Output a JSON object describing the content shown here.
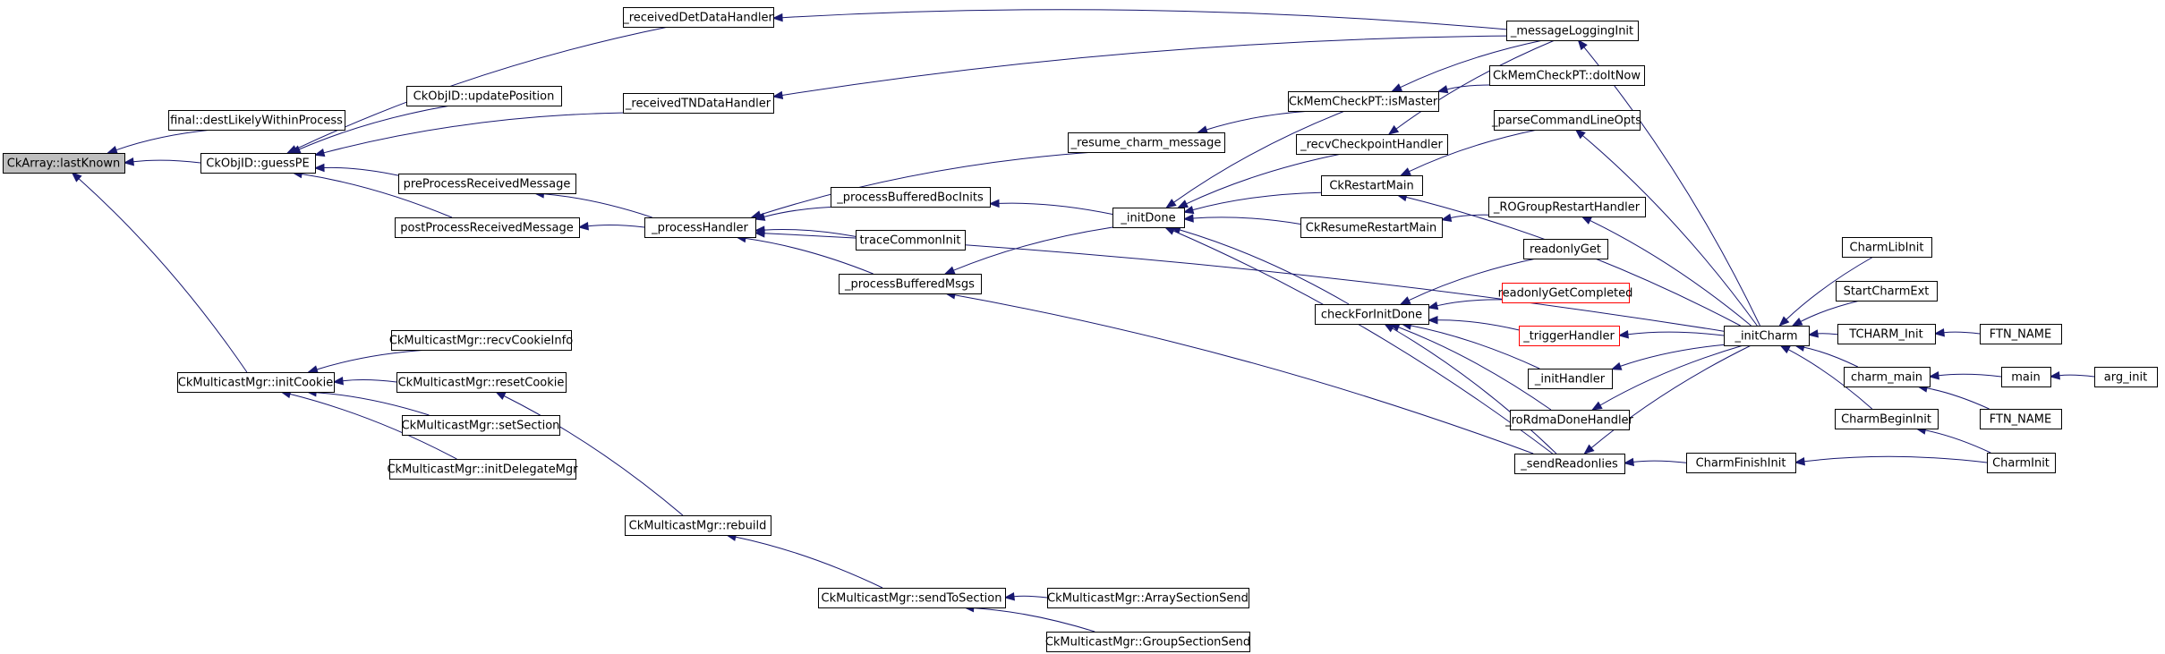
{
  "diagram": {
    "title": "",
    "nodes": [
      {
        "id": "lastKnown",
        "label": "CkArray::lastKnown",
        "highlight": true
      },
      {
        "id": "destLikely",
        "label": "final::destLikelyWithinProcess"
      },
      {
        "id": "guessPE",
        "label": "CkObjID::guessPE"
      },
      {
        "id": "updatePosition",
        "label": "CkObjID::updatePosition"
      },
      {
        "id": "recvDet",
        "label": "_receivedDetDataHandler"
      },
      {
        "id": "recvTN",
        "label": "_receivedTNDataHandler"
      },
      {
        "id": "preProc",
        "label": "preProcessReceivedMessage"
      },
      {
        "id": "postProc",
        "label": "postProcessReceivedMessage"
      },
      {
        "id": "processHandler",
        "label": "_processHandler"
      },
      {
        "id": "resumeCharm",
        "label": "_resume_charm_message"
      },
      {
        "id": "procBufBoc",
        "label": "_processBufferedBocInits"
      },
      {
        "id": "traceCommon",
        "label": "traceCommonInit"
      },
      {
        "id": "procBufMsgs",
        "label": "_processBufferedMsgs"
      },
      {
        "id": "initDone",
        "label": "_initDone"
      },
      {
        "id": "isMaster",
        "label": "CkMemCheckPT::isMaster"
      },
      {
        "id": "doItNow",
        "label": "CkMemCheckPT::doItNow"
      },
      {
        "id": "recvCkpt",
        "label": "_recvCheckpointHandler"
      },
      {
        "id": "restartMain",
        "label": "CkRestartMain"
      },
      {
        "id": "resumeRestart",
        "label": "CkResumeRestartMain"
      },
      {
        "id": "roGroup",
        "label": "_ROGroupRestartHandler"
      },
      {
        "id": "parseCmd",
        "label": "_parseCommandLineOpts"
      },
      {
        "id": "msgLogInit",
        "label": "_messageLoggingInit"
      },
      {
        "id": "checkForInit",
        "label": "checkForInitDone"
      },
      {
        "id": "readonlyGet",
        "label": "readonlyGet"
      },
      {
        "id": "readonlyGetCompleted",
        "label": "readonlyGetCompleted",
        "red": true
      },
      {
        "id": "triggerHandler",
        "label": "_triggerHandler",
        "red": true
      },
      {
        "id": "initHandler",
        "label": "_initHandler"
      },
      {
        "id": "roRdma",
        "label": "_roRdmaDoneHandler"
      },
      {
        "id": "sendReadonlies",
        "label": "_sendReadonlies"
      },
      {
        "id": "initCharm",
        "label": "_initCharm"
      },
      {
        "id": "charmFinishInit",
        "label": "CharmFinishInit"
      },
      {
        "id": "charmLibInit",
        "label": "CharmLibInit"
      },
      {
        "id": "startCharmExt",
        "label": "StartCharmExt"
      },
      {
        "id": "tcharmInit",
        "label": "TCHARM_Init"
      },
      {
        "id": "ftnName1",
        "label": "FTN_NAME"
      },
      {
        "id": "charmMain",
        "label": "charm_main"
      },
      {
        "id": "main",
        "label": "main"
      },
      {
        "id": "argInit",
        "label": "arg_init"
      },
      {
        "id": "ftnName2",
        "label": "FTN_NAME"
      },
      {
        "id": "charmBeginInit",
        "label": "CharmBeginInit"
      },
      {
        "id": "charmInit",
        "label": "CharmInit"
      },
      {
        "id": "initCookie",
        "label": "CkMulticastMgr::initCookie"
      },
      {
        "id": "recvCookieInfo",
        "label": "CkMulticastMgr::recvCookieInfo"
      },
      {
        "id": "resetCookie",
        "label": "CkMulticastMgr::resetCookie"
      },
      {
        "id": "setSection",
        "label": "CkMulticastMgr::setSection"
      },
      {
        "id": "initDelegateMgr",
        "label": "CkMulticastMgr::initDelegateMgr"
      },
      {
        "id": "rebuild",
        "label": "CkMulticastMgr::rebuild"
      },
      {
        "id": "sendToSection",
        "label": "CkMulticastMgr::sendToSection"
      },
      {
        "id": "arraySectionSend",
        "label": "CkMulticastMgr::ArraySectionSend"
      },
      {
        "id": "groupSectionSend",
        "label": "CkMulticastMgr::GroupSectionSend"
      }
    ],
    "edges": [
      {
        "from": "destLikely",
        "to": "lastKnown"
      },
      {
        "from": "guessPE",
        "to": "lastKnown"
      },
      {
        "from": "initCookie",
        "to": "lastKnown"
      },
      {
        "from": "updatePosition",
        "to": "guessPE"
      },
      {
        "from": "recvDet",
        "to": "guessPE"
      },
      {
        "from": "recvTN",
        "to": "guessPE"
      },
      {
        "from": "preProc",
        "to": "guessPE"
      },
      {
        "from": "postProc",
        "to": "guessPE"
      },
      {
        "from": "msgLogInit",
        "to": "recvDet"
      },
      {
        "from": "msgLogInit",
        "to": "recvTN"
      },
      {
        "from": "processHandler",
        "to": "preProc"
      },
      {
        "from": "processHandler",
        "to": "postProc"
      },
      {
        "from": "resumeCharm",
        "to": "processHandler"
      },
      {
        "from": "procBufBoc",
        "to": "processHandler"
      },
      {
        "from": "traceCommon",
        "to": "processHandler"
      },
      {
        "from": "procBufMsgs",
        "to": "processHandler"
      },
      {
        "from": "initCharm",
        "to": "processHandler"
      },
      {
        "from": "isMaster",
        "to": "resumeCharm"
      },
      {
        "from": "initDone",
        "to": "procBufBoc"
      },
      {
        "from": "initDone",
        "to": "procBufMsgs"
      },
      {
        "from": "sendReadonlies",
        "to": "procBufMsgs"
      },
      {
        "from": "isMaster",
        "to": "initDone"
      },
      {
        "from": "recvCkpt",
        "to": "initDone"
      },
      {
        "from": "restartMain",
        "to": "initDone"
      },
      {
        "from": "resumeRestart",
        "to": "initDone"
      },
      {
        "from": "checkForInit",
        "to": "initDone"
      },
      {
        "from": "sendReadonlies",
        "to": "initDone"
      },
      {
        "from": "doItNow",
        "to": "isMaster"
      },
      {
        "from": "msgLogInit",
        "to": "isMaster"
      },
      {
        "from": "msgLogInit",
        "to": "recvCkpt"
      },
      {
        "from": "parseCmd",
        "to": "restartMain"
      },
      {
        "from": "initCharm",
        "to": "restartMain"
      },
      {
        "from": "roGroup",
        "to": "resumeRestart"
      },
      {
        "from": "initCharm",
        "to": "roGroup"
      },
      {
        "from": "initCharm",
        "to": "parseCmd"
      },
      {
        "from": "initCharm",
        "to": "msgLogInit"
      },
      {
        "from": "readonlyGet",
        "to": "checkForInit"
      },
      {
        "from": "readonlyGetCompleted",
        "to": "checkForInit"
      },
      {
        "from": "triggerHandler",
        "to": "checkForInit"
      },
      {
        "from": "initHandler",
        "to": "checkForInit"
      },
      {
        "from": "roRdma",
        "to": "checkForInit"
      },
      {
        "from": "sendReadonlies",
        "to": "checkForInit"
      },
      {
        "from": "initCharm",
        "to": "triggerHandler"
      },
      {
        "from": "initCharm",
        "to": "initHandler"
      },
      {
        "from": "initCharm",
        "to": "roRdma"
      },
      {
        "from": "initCharm",
        "to": "sendReadonlies"
      },
      {
        "from": "charmFinishInit",
        "to": "sendReadonlies"
      },
      {
        "from": "charmLibInit",
        "to": "initCharm"
      },
      {
        "from": "startCharmExt",
        "to": "initCharm"
      },
      {
        "from": "tcharmInit",
        "to": "initCharm"
      },
      {
        "from": "charmMain",
        "to": "initCharm"
      },
      {
        "from": "charmBeginInit",
        "to": "initCharm"
      },
      {
        "from": "ftnName1",
        "to": "tcharmInit"
      },
      {
        "from": "main",
        "to": "charmMain"
      },
      {
        "from": "ftnName2",
        "to": "charmMain"
      },
      {
        "from": "argInit",
        "to": "main"
      },
      {
        "from": "charmInit",
        "to": "charmBeginInit"
      },
      {
        "from": "charmInit",
        "to": "charmFinishInit"
      },
      {
        "from": "recvCookieInfo",
        "to": "initCookie"
      },
      {
        "from": "resetCookie",
        "to": "initCookie"
      },
      {
        "from": "setSection",
        "to": "initCookie"
      },
      {
        "from": "initDelegateMgr",
        "to": "initCookie"
      },
      {
        "from": "rebuild",
        "to": "resetCookie"
      },
      {
        "from": "sendToSection",
        "to": "rebuild"
      },
      {
        "from": "arraySectionSend",
        "to": "sendToSection"
      },
      {
        "from": "groupSectionSend",
        "to": "sendToSection"
      }
    ]
  }
}
